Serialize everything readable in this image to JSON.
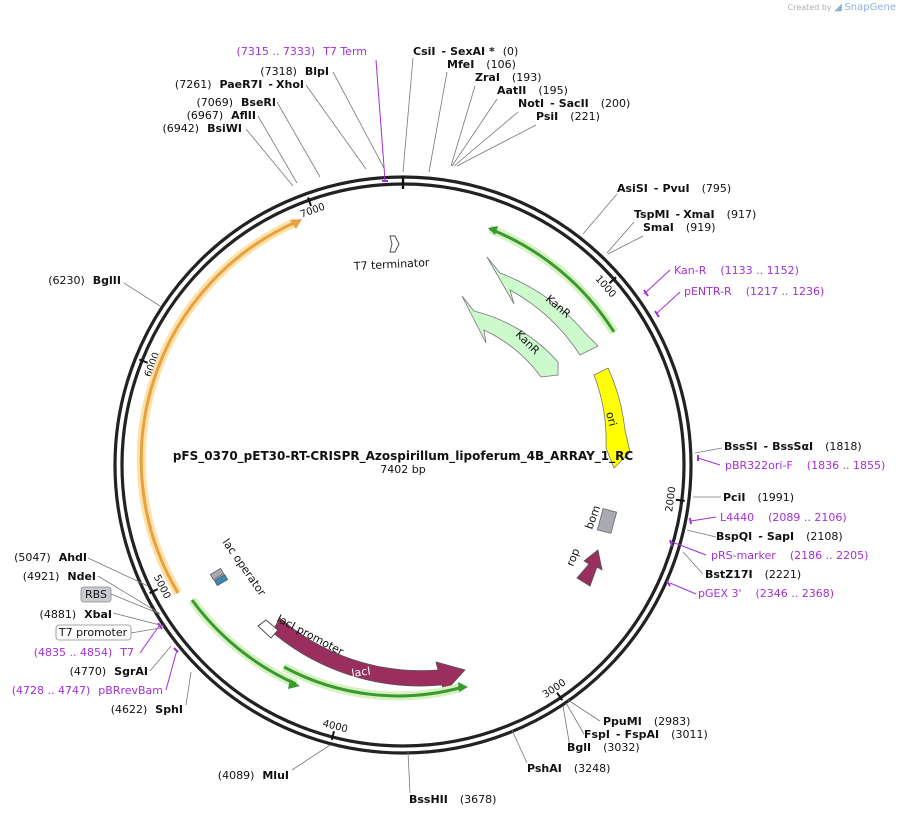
{
  "credit": {
    "prefix": "Created by",
    "brand": "SnapGene"
  },
  "plasmid": {
    "name": "pFS_0370_pET30-RT-CRISPR_Azospirillum_lipoferum_4B_ARRAY_1_RC",
    "length_label": "7402 bp",
    "length": 7402
  },
  "ticks": [
    "1000",
    "2000",
    "3000",
    "4000",
    "5000",
    "6000",
    "7000"
  ],
  "features": [
    {
      "label": "KanR",
      "color": "#c8f8c8"
    },
    {
      "label": "KanR",
      "color": "#c8f8c8"
    },
    {
      "label": "ori",
      "color": "#ffff00"
    },
    {
      "label": "bom",
      "color": "#a8aab2"
    },
    {
      "label": "rop",
      "color": "#9a2f5f"
    },
    {
      "label": "lacI",
      "color": "#9a2f5f"
    },
    {
      "label": "lacI promoter",
      "color": "#ffffff"
    },
    {
      "label": "lac operator",
      "color": "#58a0c0"
    },
    {
      "label": "T7 terminator",
      "color": "#ffffff"
    }
  ],
  "boxed_features": [
    {
      "label": "RBS"
    },
    {
      "label": "T7 promoter"
    }
  ],
  "sites": [
    {
      "name": "CsiI",
      "name2": "SexAI *",
      "pos": "(0)"
    },
    {
      "name": "MfeI",
      "name2": "",
      "pos": "(106)"
    },
    {
      "name": "ZraI",
      "name2": "",
      "pos": "(193)"
    },
    {
      "name": "AatII",
      "name2": "",
      "pos": "(195)"
    },
    {
      "name": "NotI",
      "name2": "SacII",
      "pos": "(200)"
    },
    {
      "name": "PsiI",
      "name2": "",
      "pos": "(221)"
    },
    {
      "name": "AsiSI",
      "name2": "PvuI",
      "pos": "(795)"
    },
    {
      "name": "TspMI",
      "name2": "XmaI",
      "pos": "(917)"
    },
    {
      "name": "SmaI",
      "name2": "",
      "pos": "(919)"
    },
    {
      "name": "BssSI",
      "name2": "BssSαI",
      "pos": "(1818)"
    },
    {
      "name": "PciI",
      "name2": "",
      "pos": "(1991)"
    },
    {
      "name": "BspQI",
      "name2": "SapI",
      "pos": "(2108)"
    },
    {
      "name": "BstZ17I",
      "name2": "",
      "pos": "(2221)"
    },
    {
      "name": "PpuMI",
      "name2": "",
      "pos": "(2983)"
    },
    {
      "name": "FspI",
      "name2": "FspAI",
      "pos": "(3011)"
    },
    {
      "name": "BglI",
      "name2": "",
      "pos": "(3032)"
    },
    {
      "name": "PshAI",
      "name2": "",
      "pos": "(3248)"
    },
    {
      "name": "BssHII",
      "name2": "",
      "pos": "(3678)"
    },
    {
      "name": "MluI",
      "name2": "",
      "pos": "(4089)"
    },
    {
      "name": "SphI",
      "name2": "",
      "pos": "(4622)"
    },
    {
      "name": "SgrAI",
      "name2": "",
      "pos": "(4770)"
    },
    {
      "name": "XbaI",
      "name2": "",
      "pos": "(4881)"
    },
    {
      "name": "NdeI",
      "name2": "",
      "pos": "(4921)"
    },
    {
      "name": "AhdI",
      "name2": "",
      "pos": "(5047)"
    },
    {
      "name": "BglII",
      "name2": "",
      "pos": "(6230)"
    },
    {
      "name": "BsiWI",
      "name2": "",
      "pos": "(6942)"
    },
    {
      "name": "AflII",
      "name2": "",
      "pos": "(6967)"
    },
    {
      "name": "BseRI",
      "name2": "",
      "pos": "(7069)"
    },
    {
      "name": "PaeR7I",
      "name2": "XhoI",
      "pos": "(7261)"
    },
    {
      "name": "BlpI",
      "name2": "",
      "pos": "(7318)"
    }
  ],
  "primers": [
    {
      "name": "T7 Term",
      "range": "(7315 .. 7333)"
    },
    {
      "name": "Kan-R",
      "range": "(1133 .. 1152)"
    },
    {
      "name": "pENTR-R",
      "range": "(1217 .. 1236)"
    },
    {
      "name": "pBR322ori-F",
      "range": "(1836 .. 1855)"
    },
    {
      "name": "L4440",
      "range": "(2089 .. 2106)"
    },
    {
      "name": "pRS-marker",
      "range": "(2186 .. 2205)"
    },
    {
      "name": "pGEX 3'",
      "range": "(2346 .. 2368)"
    },
    {
      "name": "T7",
      "range": "(4835 .. 4854)"
    },
    {
      "name": "pBRrevBam",
      "range": "(4728 .. 4747)"
    }
  ],
  "colors": {
    "backbone": "#222222",
    "primer": "#a030d8",
    "orange_feature": "#f0a830",
    "green_feature": "#38a838",
    "highlight": "#d8f0c0"
  }
}
